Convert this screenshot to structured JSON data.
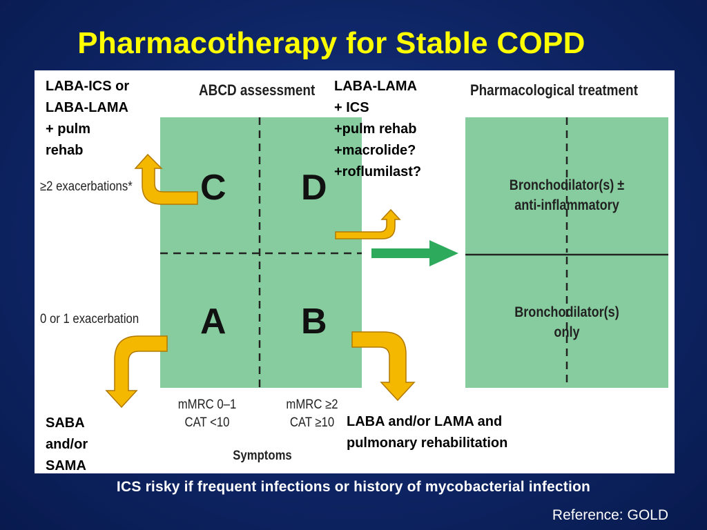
{
  "title": "Pharmacotherapy for Stable COPD",
  "assessment_heading": "ABCD assessment",
  "treatment_heading": "Pharmacological treatment",
  "quadrants": {
    "c": "C",
    "d": "D",
    "a": "A",
    "b": "B"
  },
  "y_axis": {
    "high": "≥2 exacerbations*",
    "low": "0 or 1 exacerbation"
  },
  "x_axis": {
    "low_line1": "mMRC 0–1",
    "low_line2": "CAT <10",
    "high_line1": "mMRC ≥2",
    "high_line2": "CAT ≥10",
    "title": "Symptoms"
  },
  "treatment_boxes": {
    "upper": "Bronchodilator(s) ±\nanti-inflammatory",
    "lower": "Bronchodilator(s)\nonly"
  },
  "annotations": {
    "group_c": "LABA-ICS or\nLABA-LAMA\n+ pulm\nrehab",
    "group_d": "LABA-LAMA\n+ ICS\n+pulm rehab\n+macrolide?\n+roflumilast?",
    "group_a": "SABA\nand/or\nSAMA",
    "group_b": "LABA and/or LAMA and\npulmonary rehabilitation"
  },
  "footer": "ICS risky if frequent infections or history of mycobacterial infection",
  "reference": "Reference: GOLD",
  "colors": {
    "title": "#ffff00",
    "grid_green": "#86cc9e",
    "arrow_green": "#2eaa5c",
    "callout_arrow": "#f5b800",
    "background": "#10286b"
  }
}
